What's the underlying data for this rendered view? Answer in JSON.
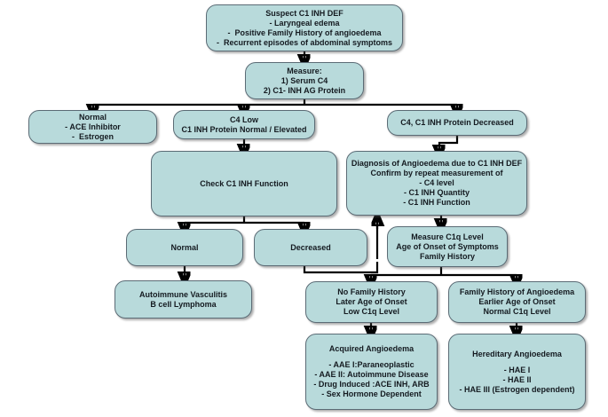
{
  "diagram": {
    "title": "C1 INH Deficiency Diagnostic Algorithm",
    "type": "flowchart",
    "palette": {
      "node_fill": "#b8dadb",
      "node_border": "#5b6b75",
      "text": "#141a20",
      "connector": "#000000",
      "background": "#ffffff"
    },
    "nodes": {
      "suspect": {
        "lines": [
          "Suspect C1 INH DEF",
          "- Laryngeal edema",
          "-  Positive Family History of angioedema",
          "-  Recurrent episodes of abdominal symptoms"
        ]
      },
      "measure": {
        "lines": [
          "Measure:",
          "1) Serum C4",
          "2) C1- INH AG Protein"
        ]
      },
      "normal_ace": {
        "lines": [
          "Normal",
          "- ACE Inhibitor",
          "-  Estrogen"
        ]
      },
      "c4_low": {
        "lines": [
          "C4 Low",
          "C1 INH Protein Normal / Elevated"
        ]
      },
      "c4_c1_decreased": {
        "lines": [
          "C4, C1 INH Protein Decreased"
        ]
      },
      "check_function": {
        "lines": [
          "Check C1 INH Function"
        ]
      },
      "diagnosis": {
        "lines": [
          "Diagnosis of Angioedema due to C1 INH DEF",
          "Confirm by repeat measurement of",
          "- C4 level",
          "- C1 INH Quantity",
          "- C1 INH Function"
        ]
      },
      "func_normal": {
        "lines": [
          "Normal"
        ]
      },
      "func_decreased": {
        "lines": [
          "Decreased"
        ]
      },
      "measure_c1q": {
        "lines": [
          "Measure C1q Level",
          "Age of Onset of Symptoms",
          "Family History"
        ]
      },
      "autoimmune": {
        "lines": [
          "Autoimmune Vasculitis",
          "B cell Lymphoma"
        ]
      },
      "no_family_history": {
        "lines": [
          "No Family History",
          "Later Age of Onset",
          "Low C1q Level"
        ]
      },
      "family_history": {
        "lines": [
          "Family History of Angioedema",
          "Earlier Age of Onset",
          "Normal C1q Level"
        ]
      },
      "acquired": {
        "heading": "Acquired Angioedema",
        "items": [
          "- AAE I:Paraneoplastic",
          "- AAE II: Autoimmune Disease",
          "- Drug Induced :ACE INH, ARB",
          "- Sex Hormone Dependent"
        ]
      },
      "hereditary": {
        "heading": "Hereditary Angioedema",
        "items": [
          "- HAE I",
          "- HAE II",
          "- HAE III (Estrogen dependent)"
        ]
      }
    }
  }
}
